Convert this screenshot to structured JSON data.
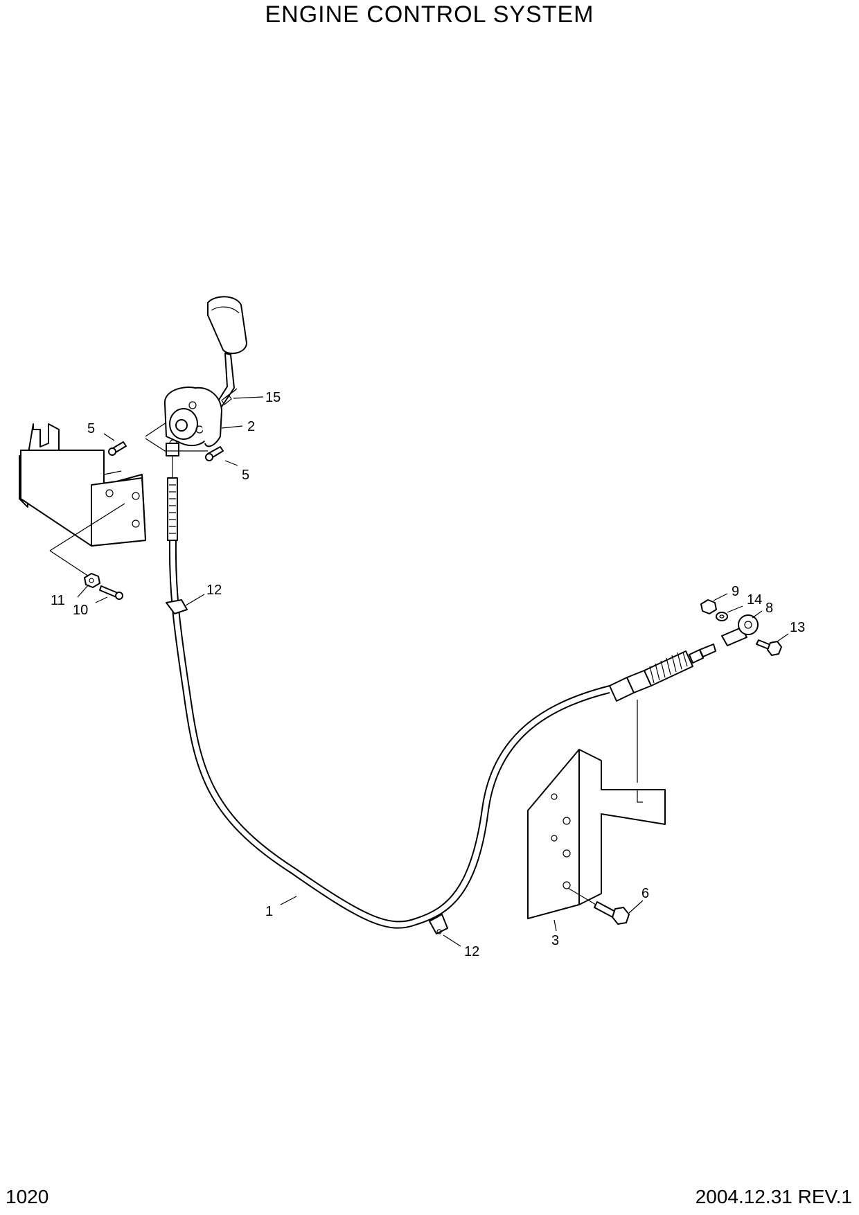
{
  "header": {
    "title": "ENGINE CONTROL SYSTEM"
  },
  "footer": {
    "page_number": "1020",
    "revision": "2004.12.31  REV.1"
  },
  "callouts": {
    "c1": "1",
    "c2": "2",
    "c3": "3",
    "c5a": "5",
    "c5b": "5",
    "c6": "6",
    "c8": "8",
    "c9": "9",
    "c10": "10",
    "c11": "11",
    "c12a": "12",
    "c12b": "12",
    "c13": "13",
    "c14": "14",
    "c15": "15"
  }
}
